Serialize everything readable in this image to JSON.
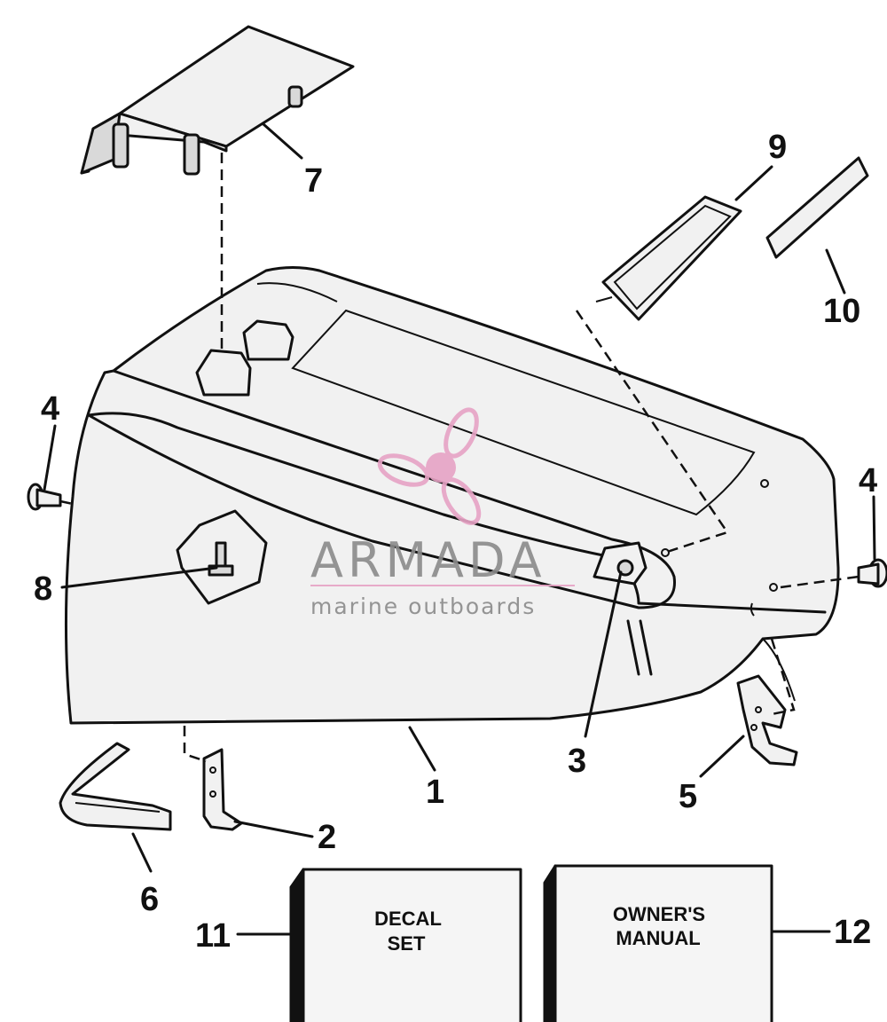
{
  "callouts": {
    "c1": "1",
    "c2": "2",
    "c3": "3",
    "c4a": "4",
    "c4b": "4",
    "c5": "5",
    "c6": "6",
    "c7": "7",
    "c8": "8",
    "c9": "9",
    "c10": "10",
    "c11": "11",
    "c12": "12"
  },
  "boxes": {
    "decal_line1": "DECAL",
    "decal_line2": "SET",
    "manual_line1": "OWNER'S",
    "manual_line2": "MANUAL"
  },
  "watermark": {
    "title": "ARMADA",
    "subtitle": "marine outboards",
    "accent_color": "#e7a3c5",
    "text_color": "#8a8a8a"
  },
  "icons": [
    "propeller-logo-icon"
  ]
}
